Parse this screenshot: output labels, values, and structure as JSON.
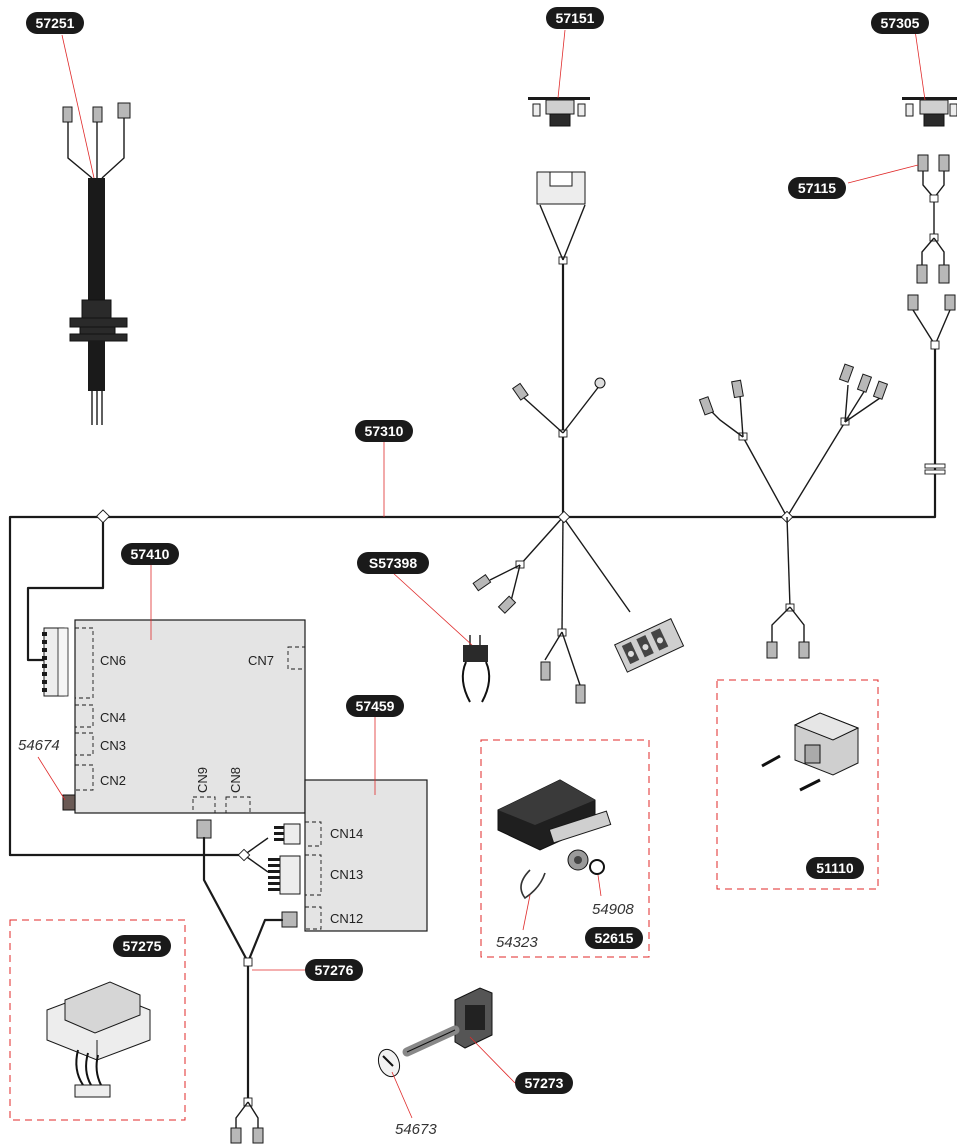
{
  "part_numbers": {
    "p57251": "57251",
    "p57151": "57151",
    "p57305": "57305",
    "p57115": "57115",
    "p57310": "57310",
    "p57410": "57410",
    "pS57398": "S57398",
    "p57459": "57459",
    "p52615": "52615",
    "p51110": "51110",
    "p57275": "57275",
    "p57276": "57276",
    "p57273": "57273"
  },
  "ref_numbers": {
    "r54674": "54674",
    "r54908": "54908",
    "r54323": "54323",
    "r54673": "54673"
  },
  "connectors": {
    "cn6": "CN6",
    "cn7": "CN7",
    "cn4": "CN4",
    "cn3": "CN3",
    "cn2": "CN2",
    "cn9": "CN9",
    "cn8": "CN8",
    "cn14": "CN14",
    "cn13": "CN13",
    "cn12": "CN12"
  },
  "colors": {
    "badge": "#1a1a1a",
    "leader": "#e02a2a",
    "board": "#e4e4e4",
    "wire": "#1a1a1a"
  }
}
